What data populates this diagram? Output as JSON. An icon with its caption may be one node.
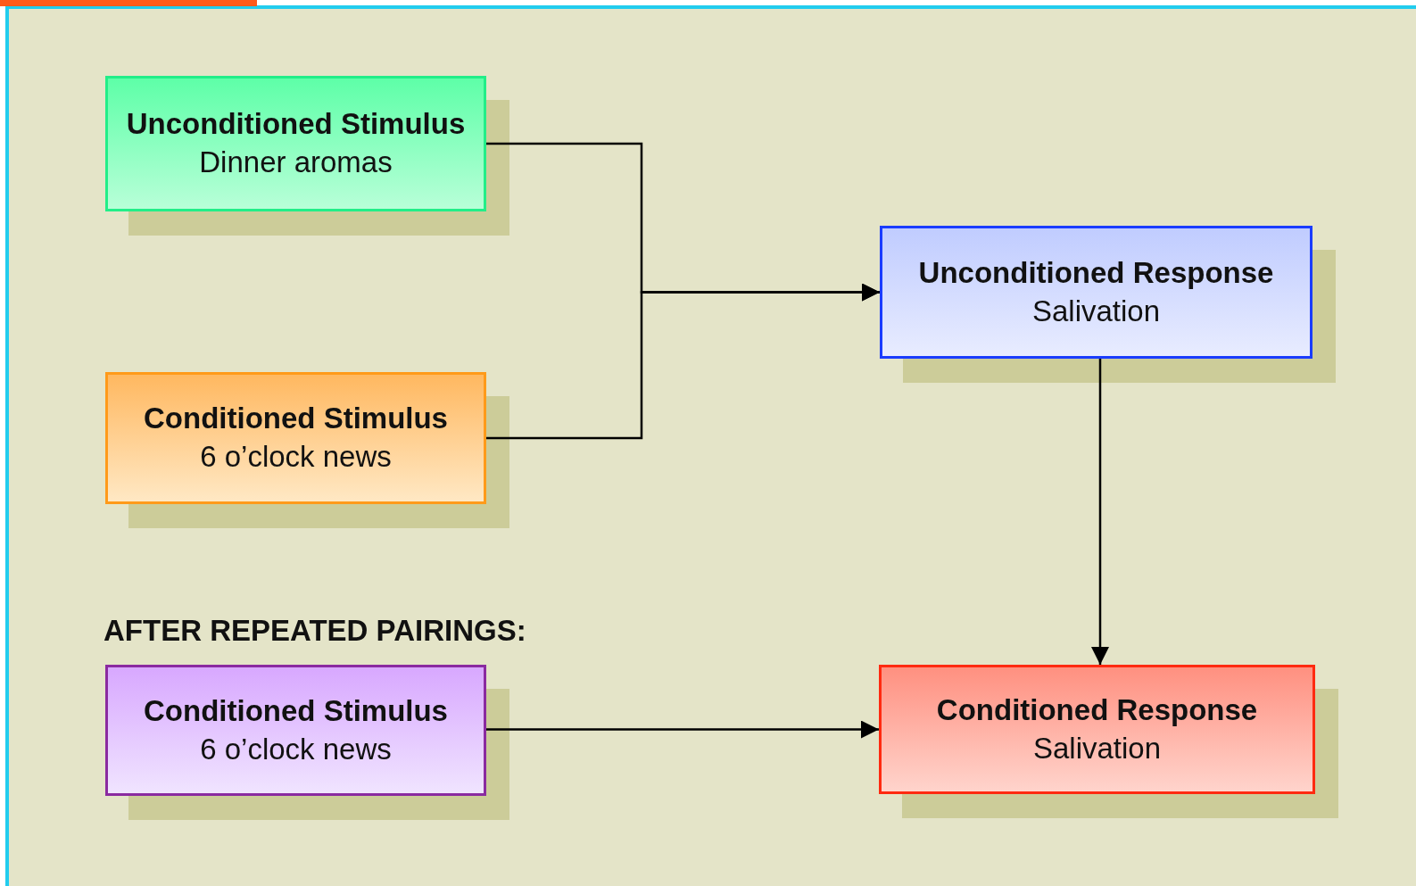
{
  "diagram": {
    "nodes": [
      {
        "text": [
          "Unconditioned Stimulus",
          "Dinner aromas"
        ]
      },
      {
        "text": [
          "Conditioned Stimulus",
          "6 o’clock news"
        ]
      },
      {
        "text": [
          "Unconditioned Response",
          "Salivation"
        ]
      },
      {
        "text": [
          "Conditioned Stimulus",
          "6 o’clock news"
        ]
      },
      {
        "text": [
          "Conditioned Response",
          "Salivation"
        ]
      }
    ],
    "edges": [
      {
        "from": 0,
        "to": 2,
        "arrow": "to"
      },
      {
        "from": 1,
        "to": 2,
        "arrow": "to"
      },
      {
        "from": 2,
        "to": 4,
        "arrow": "to"
      },
      {
        "from": 3,
        "to": 4,
        "arrow": "to"
      }
    ],
    "labels": [
      "AFTER REPEATED PAIRINGS:"
    ]
  }
}
